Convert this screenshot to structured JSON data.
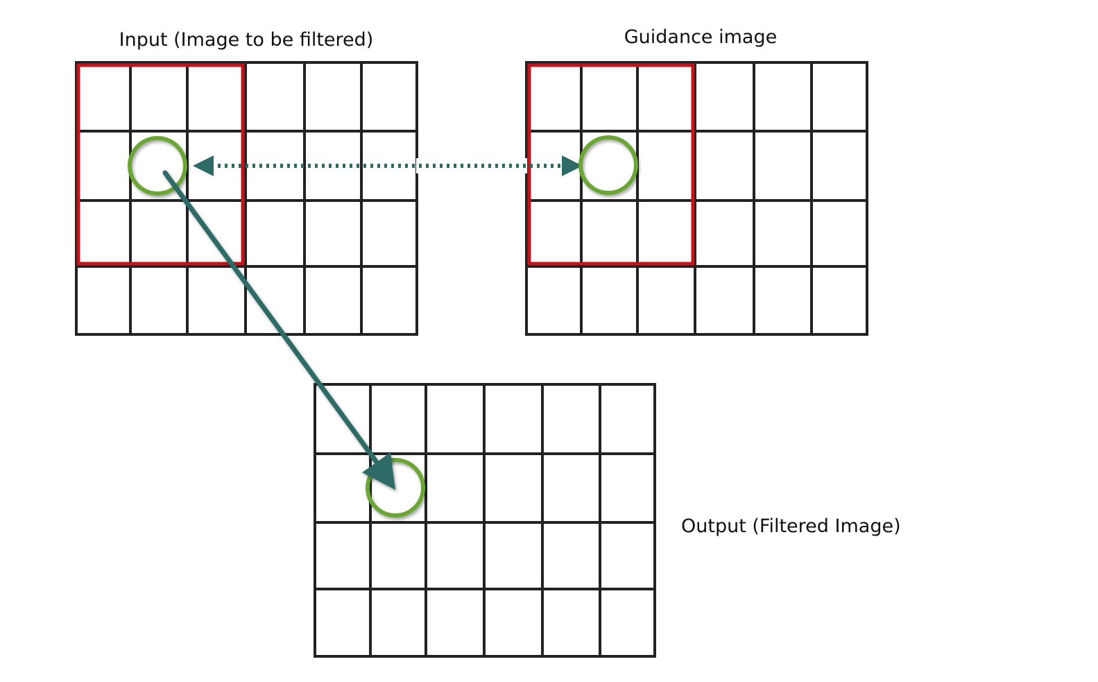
{
  "labels": {
    "input": "Input (Image to be filtered)",
    "guidance": "Guidance image",
    "output": "Output (Filtered Image)"
  },
  "grid": {
    "columns": 6,
    "rows": 4
  },
  "colors": {
    "grid_line": "#222222",
    "window_outline": "#c0151c",
    "pixel_marker": "#6aa534",
    "arrow": "#2e6b66",
    "background": "#ffffff"
  },
  "relations": {
    "window": "3x3 neighborhood in input and guidance image",
    "dotted_arrow": "corresponding pixel between input and guidance image",
    "solid_arrow": "input pixel mapped to output pixel"
  }
}
